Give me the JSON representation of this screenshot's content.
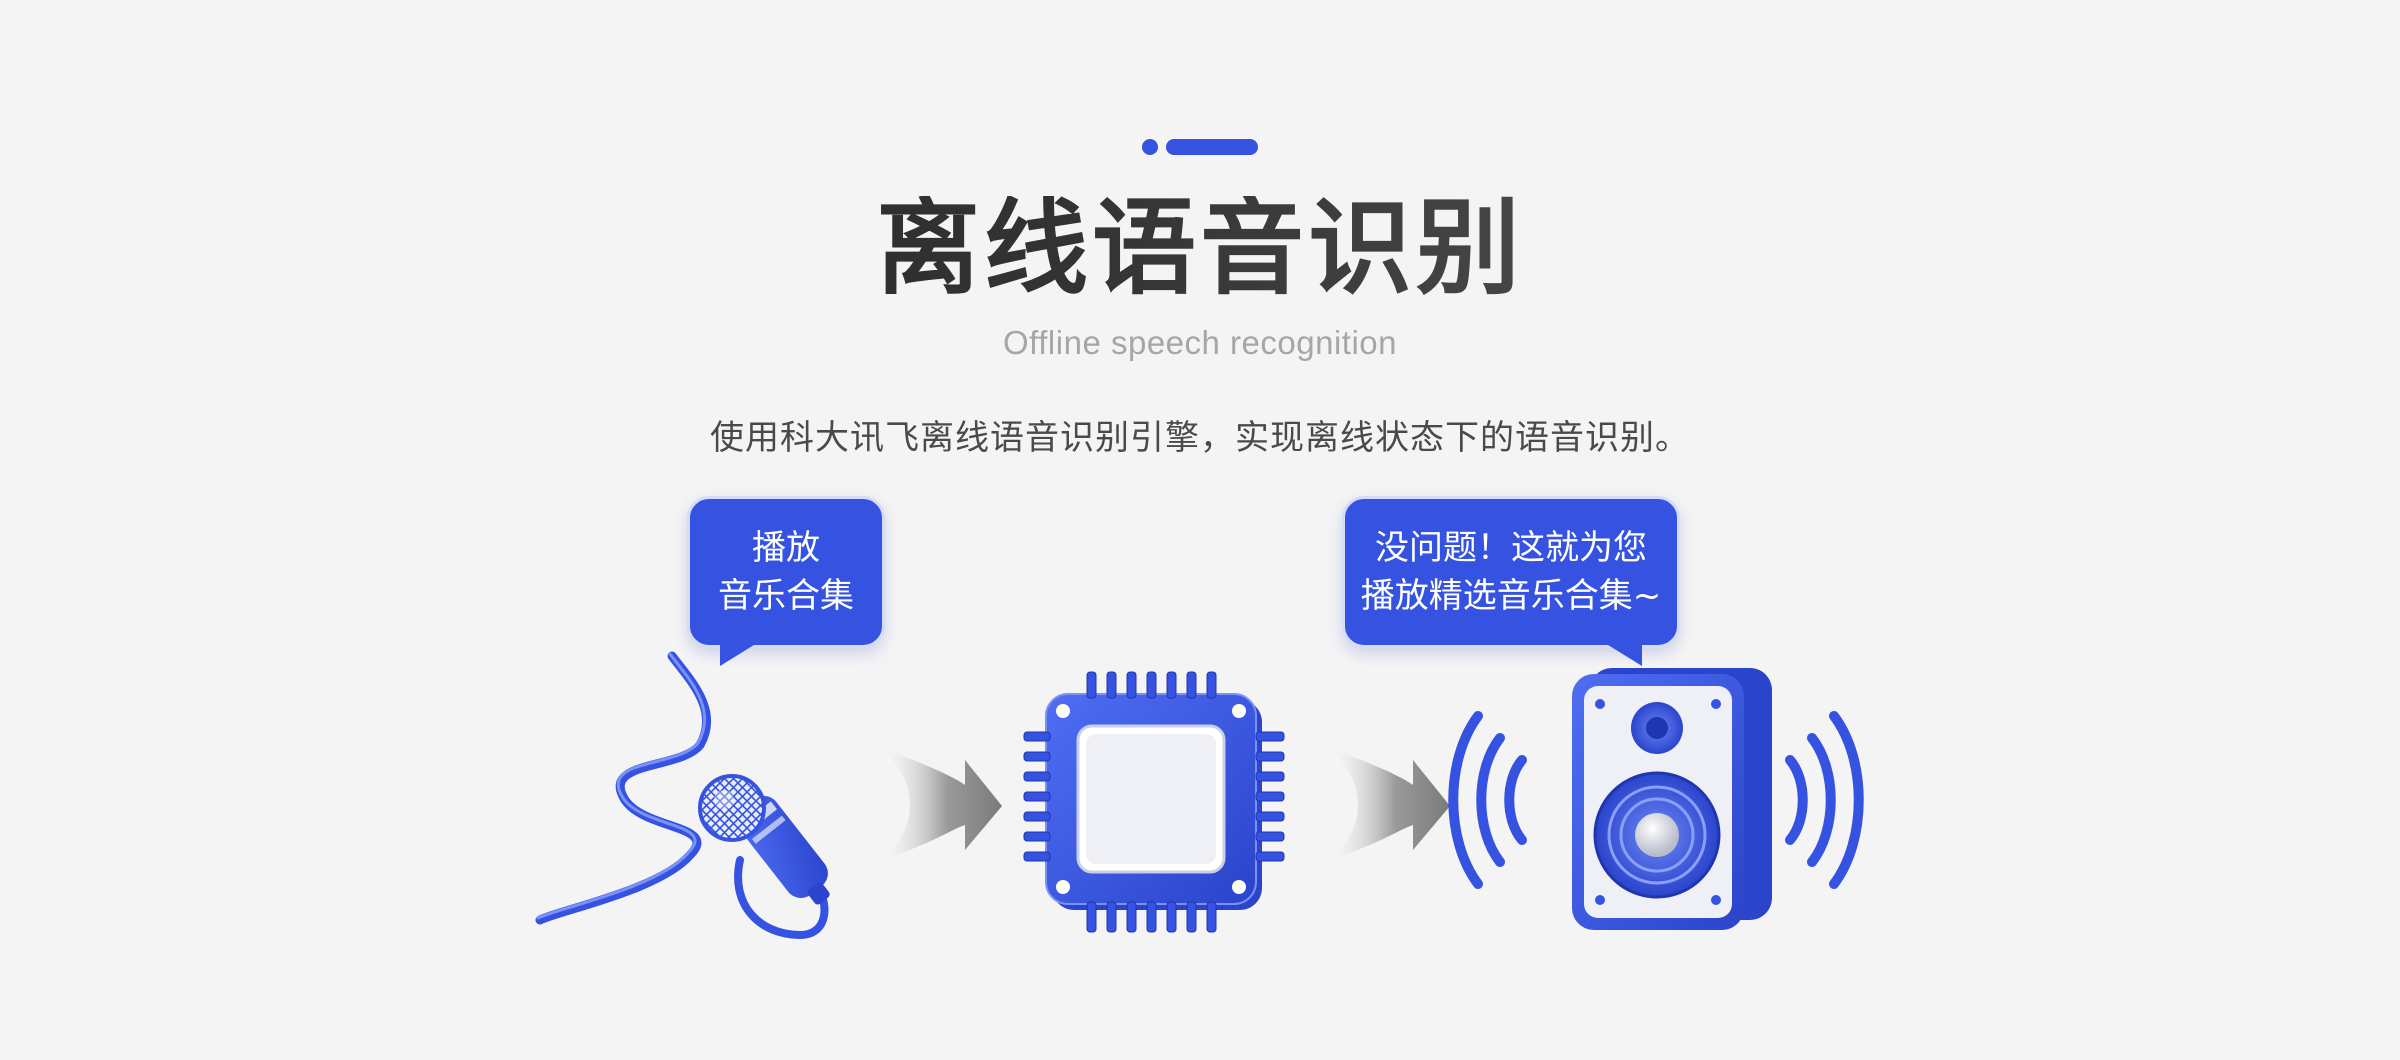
{
  "header": {
    "title": "离线语音识别",
    "subtitle": "Offline speech recognition",
    "description": "使用科大讯飞离线语音识别引擎，实现离线状态下的语音识别。"
  },
  "bubbles": {
    "user": {
      "line1": "播放",
      "line2": "音乐合集"
    },
    "device": {
      "line1": "没问题！这就为您",
      "line2": "播放精选音乐合集~"
    }
  },
  "icons": {
    "microphone": "microphone-icon",
    "arrow1": "arrow-right-icon",
    "chip": "chip-icon",
    "arrow2": "arrow-right-icon",
    "speaker": "speaker-icon"
  },
  "colors": {
    "accent": "#3553e0",
    "title": "#2b2b2b",
    "subtitle": "#a6a6a6",
    "description": "#4a4a4a",
    "background": "#f4f4f5"
  }
}
